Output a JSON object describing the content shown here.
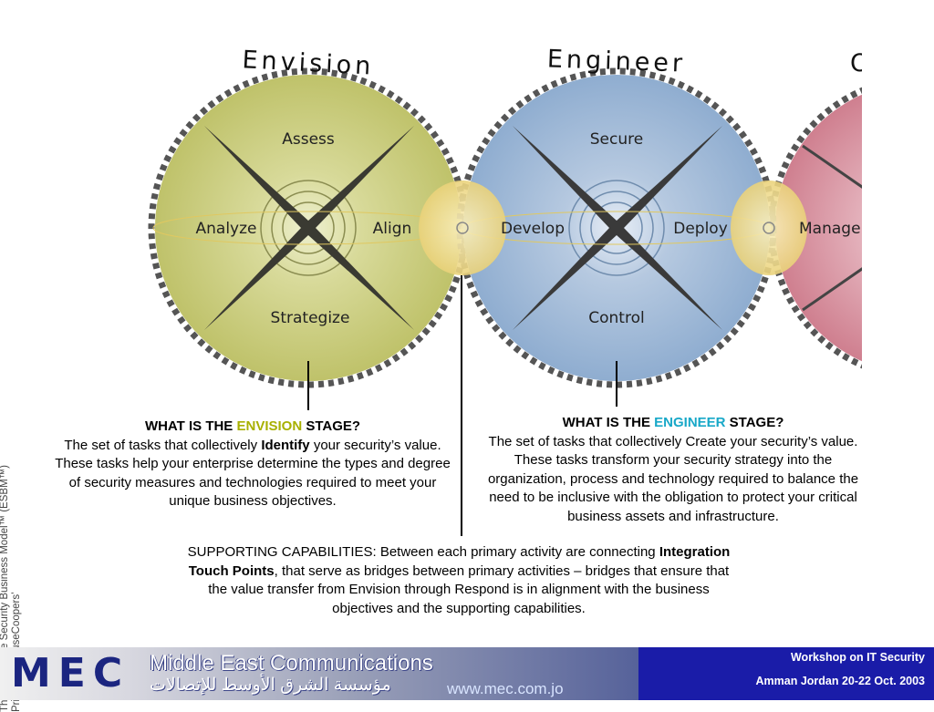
{
  "diagram": {
    "stages": [
      {
        "title": "Envision",
        "quadrants": [
          "Assess",
          "Analyze",
          "Align",
          "Strategize"
        ]
      },
      {
        "title": "Engineer",
        "quadrants": [
          "Secure",
          "Develop",
          "Deploy",
          "Control"
        ]
      },
      {
        "title": "O",
        "quadrants": [
          "Manage"
        ]
      }
    ],
    "colors": {
      "envision": "#c9cc78",
      "engineer": "#9fb9d6",
      "operate": "#d58a98",
      "touch_point": "#efd98c",
      "rim": "#555555"
    }
  },
  "envision_block": {
    "q_prefix": "WHAT IS THE ",
    "q_highlight": "ENVISION",
    "q_suffix": " STAGE?",
    "body_1": "The set of tasks that collectively ",
    "body_bold": "Identify",
    "body_2": " your security’s value. These tasks help your enterprise determine the types and degree of security measures and technologies required to meet your unique business objectives."
  },
  "engineer_block": {
    "q_prefix": "WHAT IS THE ",
    "q_highlight": "ENGINEER",
    "q_suffix": " STAGE?",
    "body": "The set of tasks that collectively Create your security’s value. These tasks transform your security strategy into the organization, process and technology required to balance the need to be inclusive with the obligation to protect your critical business assets and infrastructure."
  },
  "supporting": {
    "text_1": "SUPPORTING CAPABILITIES: Between each primary activity are connecting ",
    "bold": "Integration Touch Points",
    "text_2": ", that serve as bridges between primary activities – bridges that ensure that the value transfer from Envision through Respond is in alignment with the business objectives and the supporting capabilities."
  },
  "side_note": {
    "line1": "The Enterprise Security Business Model™ (ESBM™)",
    "line2": "PricewaterhouseCoopers’"
  },
  "footer": {
    "logo": "MEC",
    "company": "Middle East Communications",
    "company_arabic": "مؤسسة الشرق الأوسط للإتصالات",
    "website": "www.mec.com.jo",
    "workshop": "Workshop on IT Security",
    "location_date": "Amman Jordan 20-22 Oct. 2003"
  }
}
